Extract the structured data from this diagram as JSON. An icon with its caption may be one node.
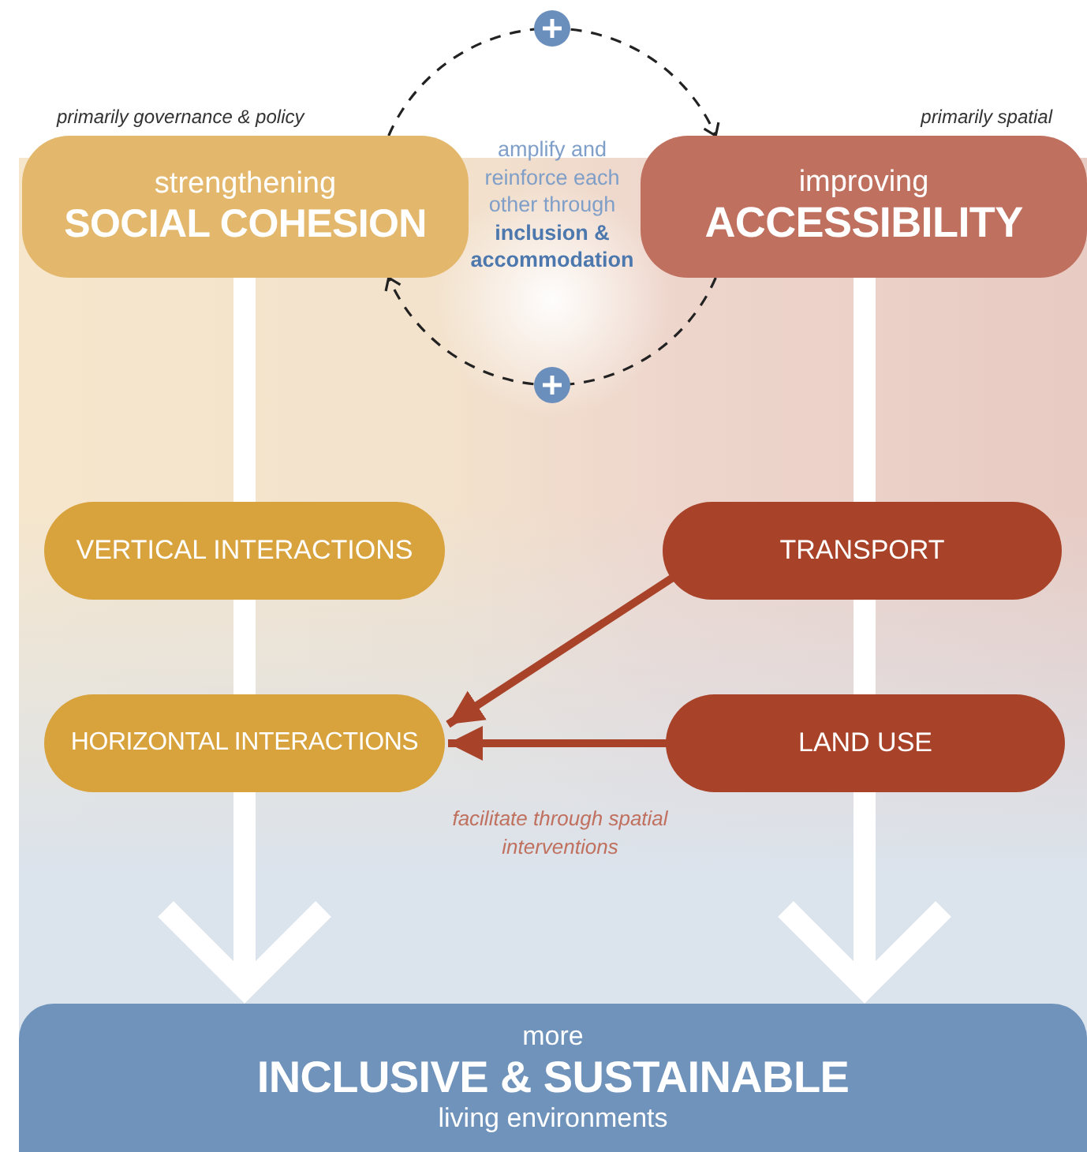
{
  "diagram": {
    "nodes": [
      {
        "text": [
          "strengthening",
          "SOCIAL COHESION"
        ],
        "beside": [
          "primarily governance & policy"
        ]
      },
      {
        "text": [
          "improving",
          "ACCESSIBILITY"
        ],
        "beside": [
          "primarily spatial"
        ]
      },
      {
        "text": [
          "VERTICAL INTERACTIONS"
        ]
      },
      {
        "text": [
          "TRANSPORT"
        ]
      },
      {
        "text": [
          "HORIZONTAL INTERACTIONS"
        ]
      },
      {
        "text": [
          "LAND USE"
        ]
      },
      {
        "text": [
          "more",
          "INCLUSIVE & SUSTAINABLE",
          "living environments"
        ]
      }
    ],
    "edges": [
      {
        "from": 0,
        "to": 1,
        "arrow": "to",
        "style": "dashed",
        "color": "#222222"
      },
      {
        "from": 1,
        "to": 0,
        "arrow": "to",
        "style": "dashed",
        "color": "#222222"
      },
      {
        "from": 0,
        "to": 2,
        "arrow": "none"
      },
      {
        "from": 2,
        "to": 4,
        "arrow": "none"
      },
      {
        "from": 4,
        "to": 6,
        "arrow": "to"
      },
      {
        "from": 1,
        "to": 3,
        "arrow": "none"
      },
      {
        "from": 3,
        "to": 5,
        "arrow": "none"
      },
      {
        "from": 5,
        "to": 6,
        "arrow": "to"
      },
      {
        "from": 3,
        "to": 4,
        "arrow": "to",
        "color": "#a8432a"
      },
      {
        "from": 5,
        "to": 4,
        "arrow": "to",
        "color": "#a8432a"
      }
    ],
    "labels": [
      "amplify and reinforce each other through **inclusion & accommodation**",
      "facilitate through spatial interventions"
    ]
  }
}
